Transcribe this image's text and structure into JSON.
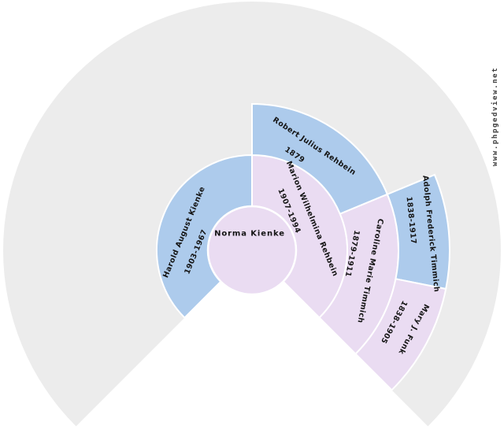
{
  "app": {
    "watermark": "www.phpgedview.net"
  },
  "colors": {
    "male": "#ADCBEC",
    "female": "#EADCF2",
    "empty": "#ECECEC",
    "border": "#FFFFFF",
    "label": "#151515"
  },
  "fan": {
    "type": "ancestor-fan-chart",
    "persons": {
      "center": {
        "name": "Norma Kienke"
      },
      "father": {
        "name": "Harold August Kienke",
        "dates": "1903-1967"
      },
      "mother": {
        "name": "Marion Wilhelmina Rehbein",
        "dates": "1907-1994"
      },
      "maternal_grandfather": {
        "name": "Robert Julius Rehbein",
        "dates": "1879"
      },
      "maternal_grandmother": {
        "name": "Caroline Marie Timmich",
        "dates": "1879-1911"
      },
      "maternal_great_grandfather": {
        "name": "Adolph Frederick Timmich",
        "dates": "1838-1917"
      },
      "maternal_great_grandmother": {
        "name": "Mary J. Funk",
        "dates": "1838-1905"
      }
    }
  }
}
